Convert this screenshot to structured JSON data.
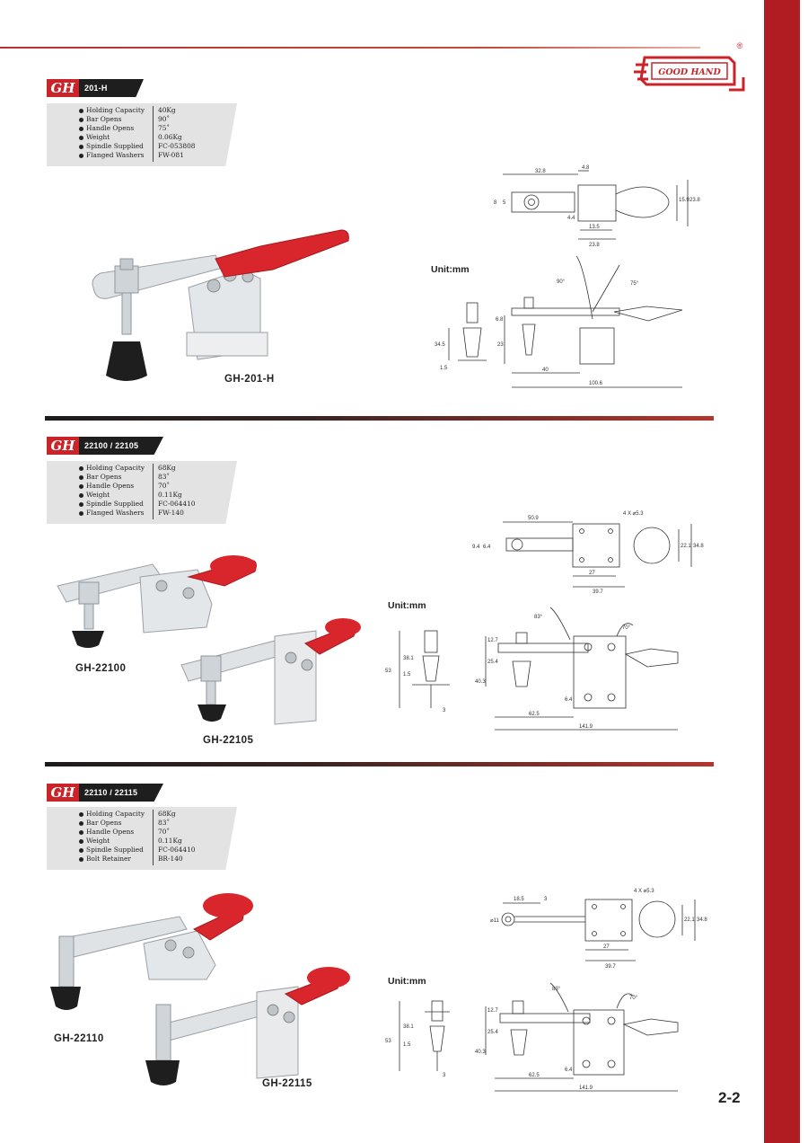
{
  "brand": {
    "logo_text": "GOOD HAND",
    "registered_mark": "®"
  },
  "page_number": "2-2",
  "sections": [
    {
      "gh_badge": "GH",
      "model_code": "201-H",
      "specs": [
        {
          "label": "Holding Capacity",
          "value": "40Kg"
        },
        {
          "label": "Bar Opens",
          "value": "90˚"
        },
        {
          "label": "Handle Opens",
          "value": "75˚"
        },
        {
          "label": "Weight",
          "value": "0.06Kg"
        },
        {
          "label": "Spindle Supplied",
          "value": "FC-053808"
        },
        {
          "label": "Flanged Washers",
          "value": "FW-081"
        }
      ],
      "captions": [
        "GH-201-H"
      ],
      "unit_label": "Unit:mm",
      "top_view_dims": [
        "32.8",
        "4.8",
        "8",
        "5",
        "4.4",
        "13.5",
        "23.8",
        "15.9",
        "23.8"
      ],
      "side_view_dims": [
        "90°",
        "75°",
        "34.5",
        "1.5",
        "6.8",
        "23",
        "40",
        "100.6"
      ]
    },
    {
      "gh_badge": "GH",
      "model_code": "22100 / 22105",
      "specs": [
        {
          "label": "Holding Capacity",
          "value": "68Kg"
        },
        {
          "label": "Bar Opens",
          "value": "83˚"
        },
        {
          "label": "Handle Opens",
          "value": "70˚"
        },
        {
          "label": "Weight",
          "value": "0.11Kg"
        },
        {
          "label": "Spindle Supplied",
          "value": "FC-064410"
        },
        {
          "label": "Flanged Washers",
          "value": "FW-140"
        }
      ],
      "captions": [
        "GH-22100",
        "GH-22105"
      ],
      "unit_label": "Unit:mm",
      "top_view_dims": [
        "50.9",
        "4 X ⌀5.3",
        "9.4",
        "6.4",
        "27",
        "39.7",
        "22.1",
        "34.8"
      ],
      "side_view_dims": [
        "83°",
        "70°",
        "53",
        "38.1",
        "1.5",
        "3",
        "12.7",
        "25.4",
        "40.3",
        "6.4",
        "62.5",
        "141.9"
      ]
    },
    {
      "gh_badge": "GH",
      "model_code": "22110 / 22115",
      "specs": [
        {
          "label": "Holding Capacity",
          "value": "68Kg"
        },
        {
          "label": "Bar Opens",
          "value": "83˚"
        },
        {
          "label": "Handle Opens",
          "value": "70˚"
        },
        {
          "label": "Weight",
          "value": "0.11Kg"
        },
        {
          "label": "Spindle Supplied",
          "value": "FC-064410"
        },
        {
          "label": "Bolt Retainer",
          "value": "BR-140"
        }
      ],
      "captions": [
        "GH-22110",
        "GH-22115"
      ],
      "unit_label": "Unit:mm",
      "top_view_dims": [
        "18.5",
        "3",
        "⌀11",
        "4 X ⌀5.3",
        "27",
        "39.7",
        "22.1",
        "34.8"
      ],
      "side_view_dims": [
        "83°",
        "70°",
        "53",
        "38.1",
        "1.5",
        "3",
        "12.7",
        "25.4",
        "40.3",
        "6.4",
        "62.5",
        "141.9"
      ]
    }
  ],
  "colors": {
    "accent_red": "#b01c22",
    "handle_red": "#d8262c",
    "dark": "#1e1e1e",
    "spec_bg": "#e3e3e3"
  }
}
